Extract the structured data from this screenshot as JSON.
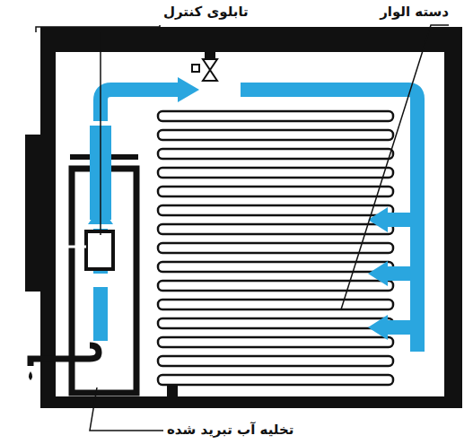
{
  "diagram": {
    "labels": [
      "تابلوی کنترل",
      "دسته الوار",
      "تخلیه آب تبرید شده"
    ]
  }
}
